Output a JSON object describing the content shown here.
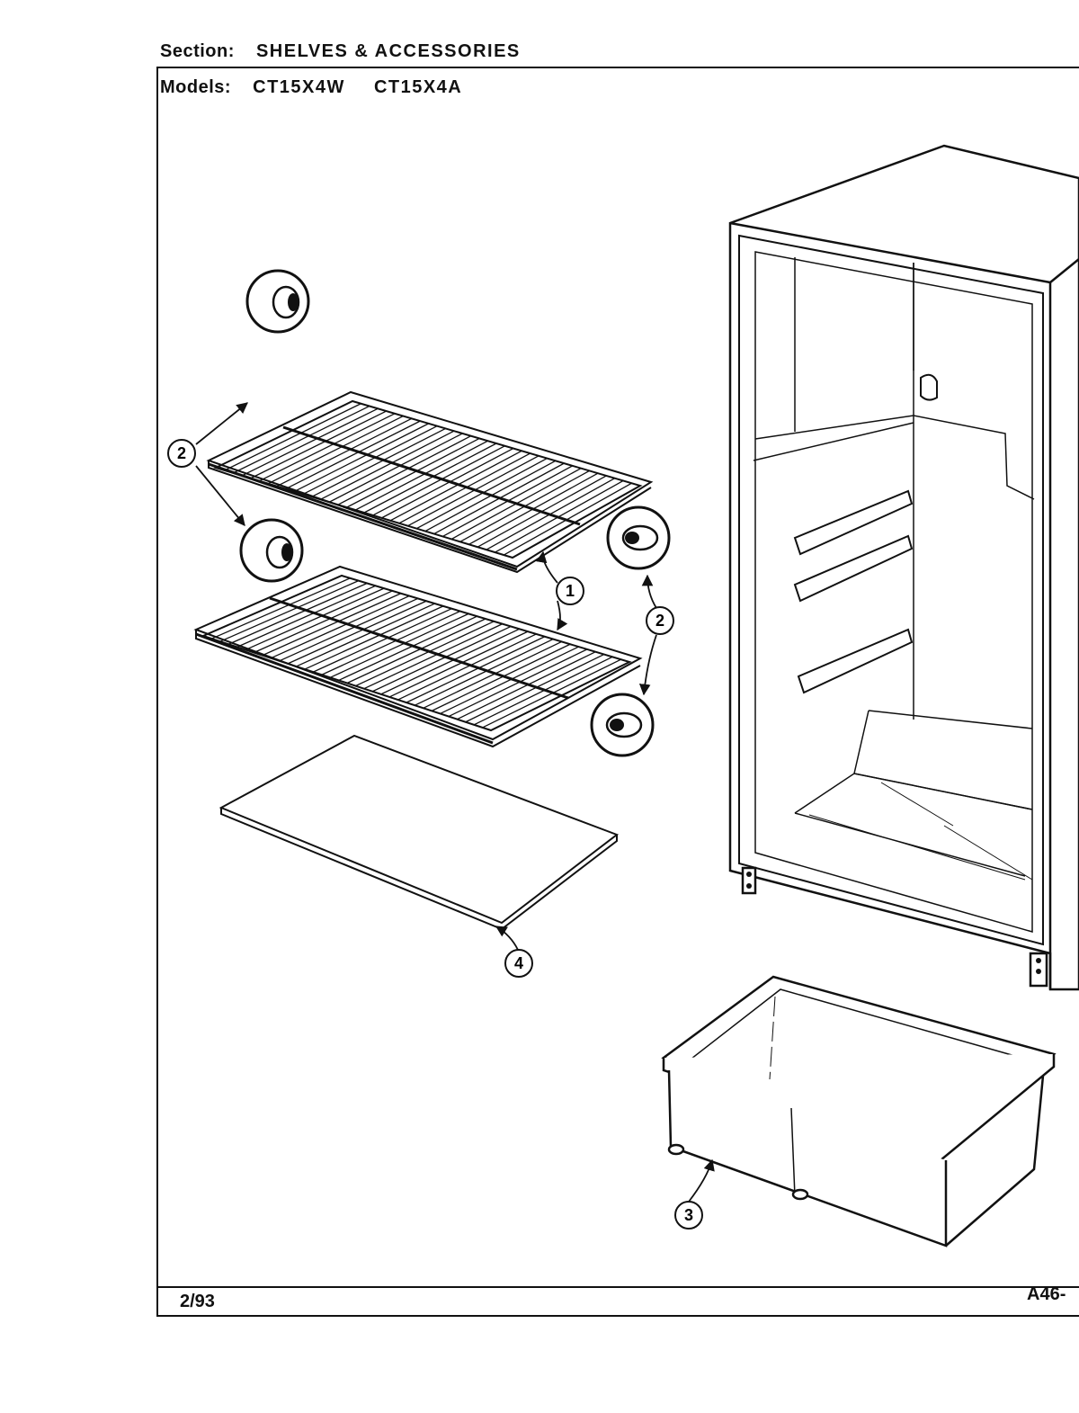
{
  "header": {
    "section_label": "Section:",
    "section_value": "SHELVES & ACCESSORIES",
    "models_label": "Models:",
    "models": [
      "CT15X4W",
      "CT15X4A"
    ]
  },
  "footer": {
    "date": "2/93",
    "code": "A46-"
  },
  "callouts": {
    "shelf": "1",
    "support": "2",
    "crisper": "3",
    "glass": "4"
  }
}
